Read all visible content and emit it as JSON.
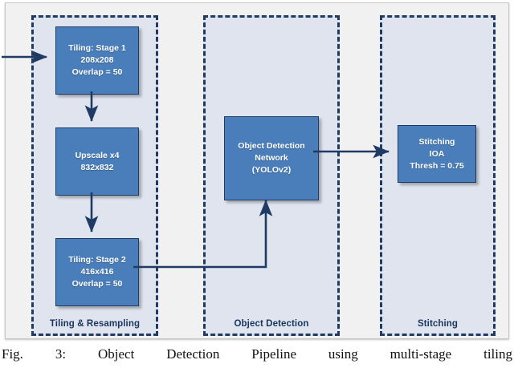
{
  "figure": {
    "caption": "Fig. 3: Object Detection Pipeline using multi-stage tiling",
    "colors": {
      "box_fill": "#4a7ebb",
      "box_border": "#1f3b63",
      "region_fill": "#dfe4ef",
      "region_border": "#1f3b63",
      "page_fill": "#f1f1f1",
      "arrow": "#1f3b63",
      "label_text": "#18355e",
      "box_text": "#ffffff"
    }
  },
  "regions": [
    {
      "id": "tiling",
      "label": "Tiling & Resampling"
    },
    {
      "id": "detect",
      "label": "Object Detection"
    },
    {
      "id": "stitch",
      "label": "Stitching"
    }
  ],
  "boxes": {
    "tiling_stage1": {
      "lines": [
        "Tiling: Stage 1",
        "208x208",
        "Overlap = 50"
      ],
      "line1": "Tiling: Stage 1",
      "line2": "208x208",
      "line3": "Overlap = 50"
    },
    "upscale": {
      "lines": [
        "Upscale x4",
        "832x832"
      ],
      "line1": "Upscale x4",
      "line2": "832x832"
    },
    "tiling_stage2": {
      "lines": [
        "Tiling: Stage 2",
        "416x416",
        "Overlap = 50"
      ],
      "line1": "Tiling: Stage 2",
      "line2": "416x416",
      "line3": "Overlap = 50"
    },
    "network": {
      "lines": [
        "Object Detection",
        "Network",
        "(YOLOv2)"
      ],
      "line1": "Object Detection",
      "line2": "Network",
      "line3": "(YOLOv2)"
    },
    "stitching": {
      "lines": [
        "Stitching",
        "IOA",
        "Thresh = 0.75"
      ],
      "line1": "Stitching",
      "line2": "IOA",
      "line3": "Thresh = 0.75"
    }
  },
  "connectors": [
    {
      "name": "input-arrow",
      "from": "image-input",
      "to": "tiling_stage1"
    },
    {
      "name": "tiling1-to-upscale",
      "from": "tiling_stage1",
      "to": "upscale"
    },
    {
      "name": "upscale-to-tiling2",
      "from": "upscale",
      "to": "tiling_stage2"
    },
    {
      "name": "tiling2-to-network",
      "from": "tiling_stage2",
      "to": "network"
    },
    {
      "name": "network-to-stitching",
      "from": "network",
      "to": "stitching"
    }
  ]
}
